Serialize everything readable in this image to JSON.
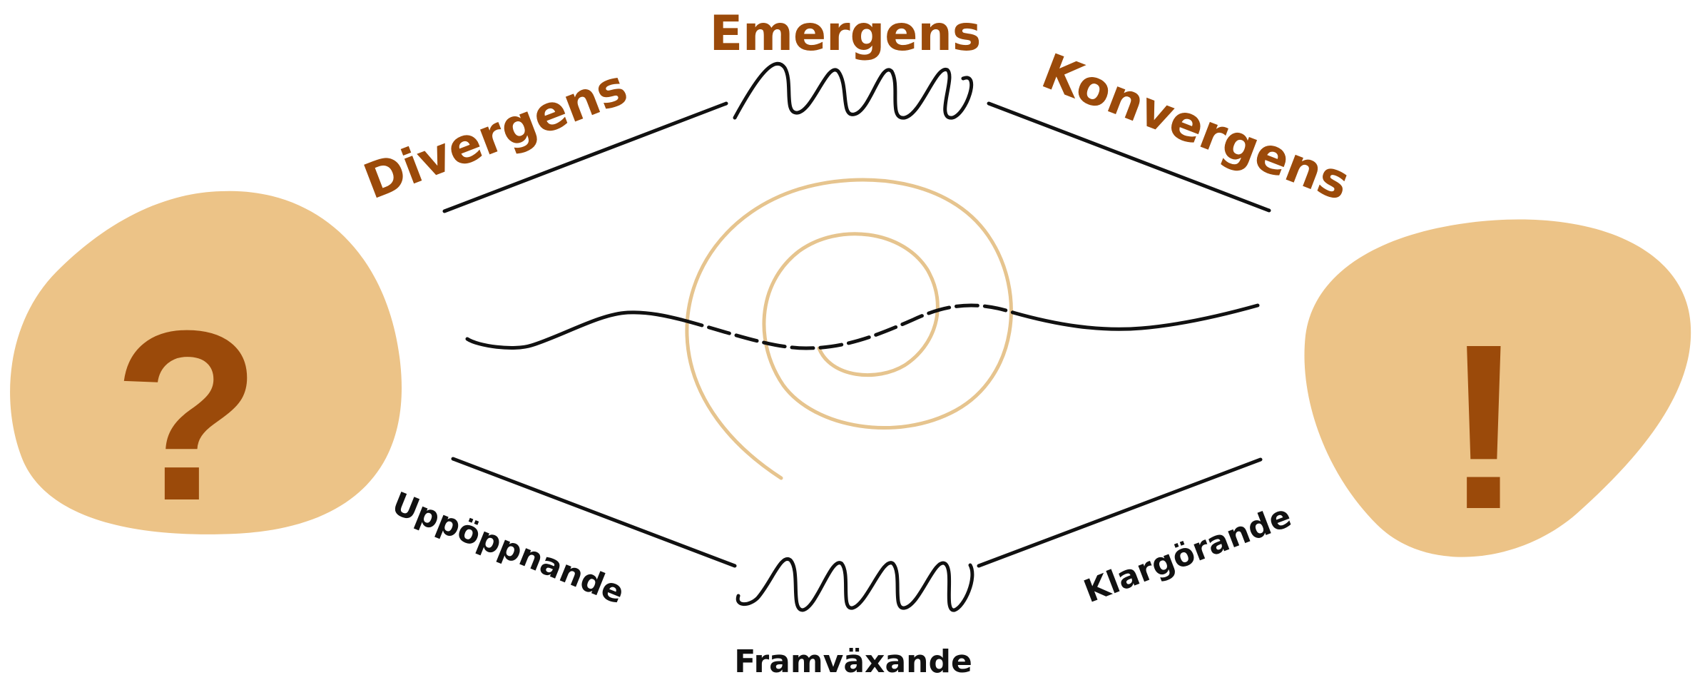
{
  "colors": {
    "blob": "#ecc387",
    "symbol": "#9b4a0a",
    "brown_label": "#9b4a0a",
    "line": "#111111",
    "spiral": "#e6c48e"
  },
  "labels": {
    "emergens": "Emergens",
    "divergens": "Divergens",
    "konvergens": "Konvergens",
    "uppoppnande": "Uppöppnande",
    "framvaxande": "Framväxande",
    "klargorande": "Klargörande"
  },
  "symbols": {
    "question": "?",
    "exclamation": "!"
  }
}
